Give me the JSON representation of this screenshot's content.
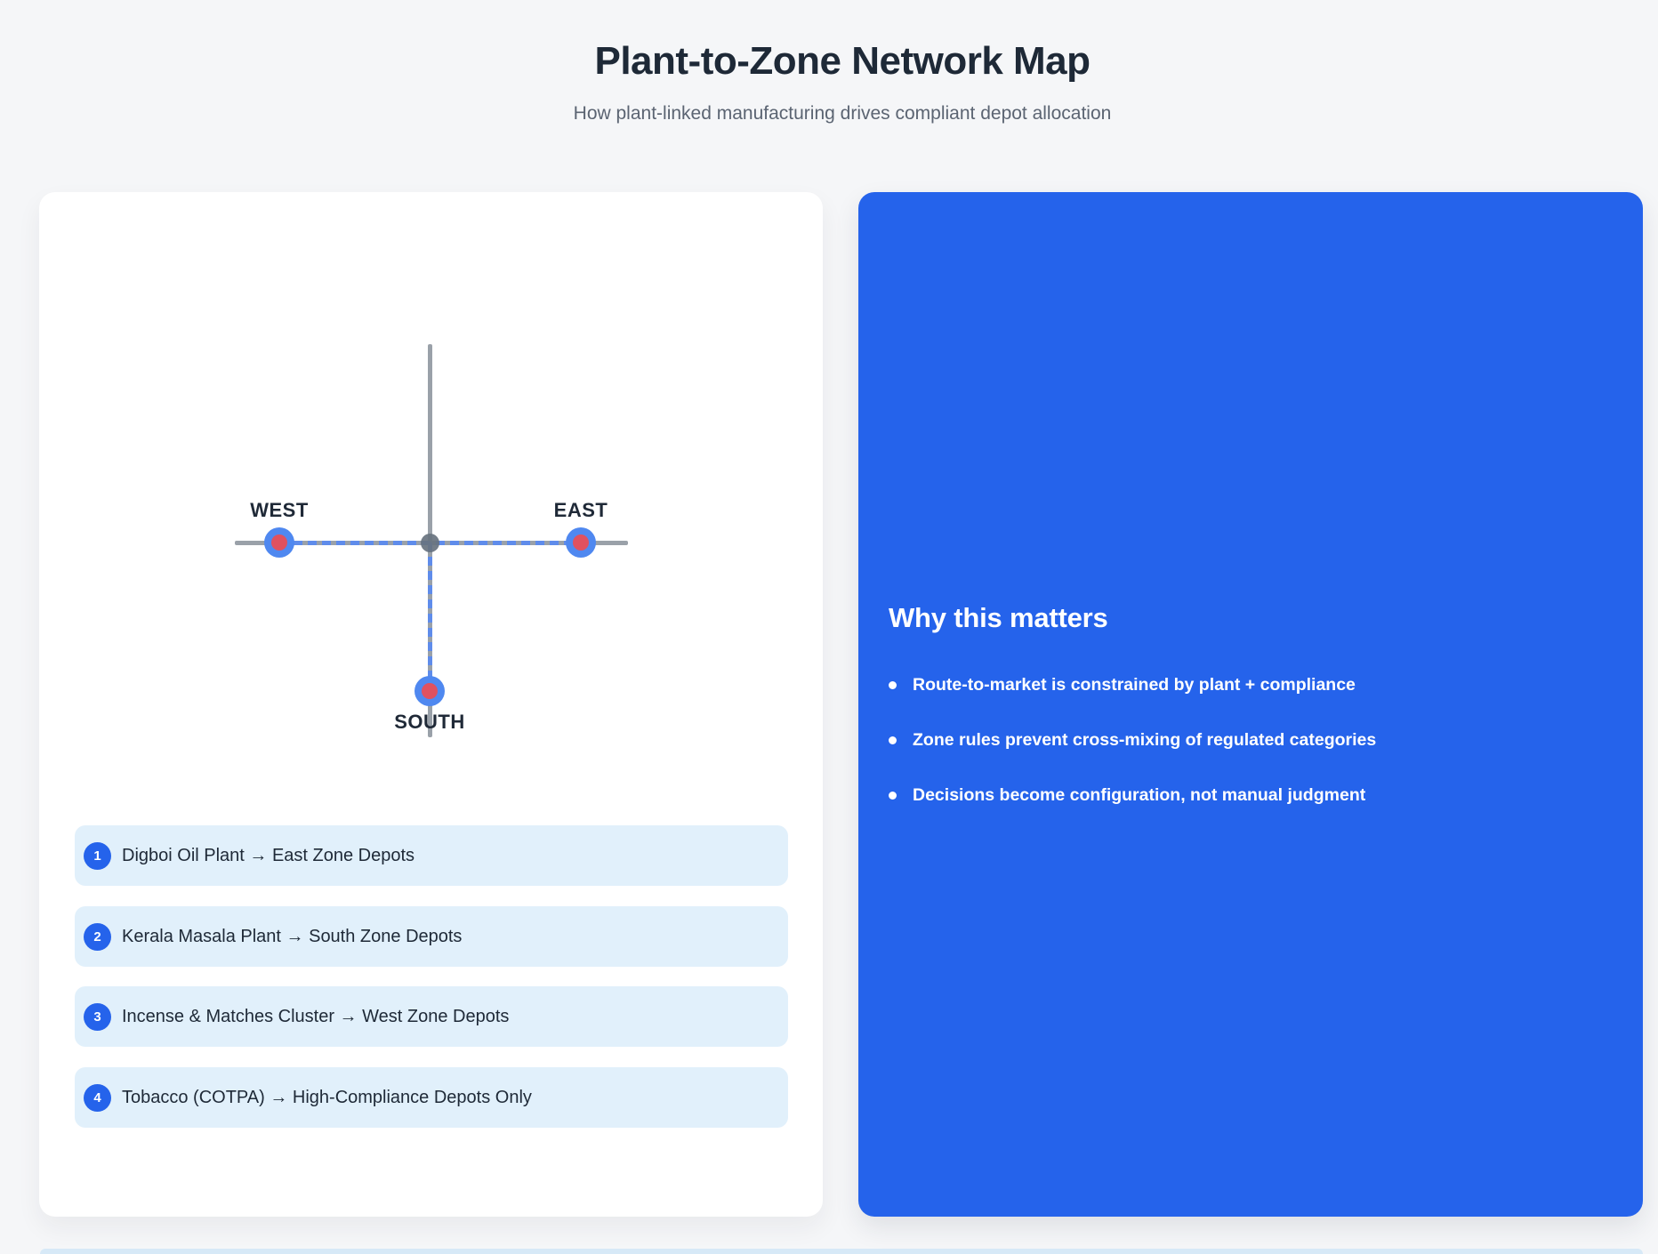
{
  "page": {
    "title": "Plant-to-Zone Network Map",
    "subtitle": "How plant-linked manufacturing drives compliant depot allocation"
  },
  "diagram": {
    "labels": {
      "west": "WEST",
      "east": "EAST",
      "south": "SOUTH"
    }
  },
  "mappings": [
    {
      "num": "1",
      "text": "Digboi Oil Plant → East Zone Depots"
    },
    {
      "num": "2",
      "text": "Kerala Masala Plant → South Zone Depots"
    },
    {
      "num": "3",
      "text": "Incense & Matches Cluster → West Zone Depots"
    },
    {
      "num": "4",
      "text": "Tobacco (COTPA) → High-Compliance Depots Only"
    }
  ],
  "panel": {
    "heading": "Why this matters",
    "bullets": [
      "Route-to-market is constrained by plant + compliance",
      "Zone rules prevent cross-mixing of regulated categories",
      "Decisions become configuration, not manual judgment"
    ]
  },
  "colors": {
    "accent_blue": "#2563eb",
    "node_blue": "#4f88f0",
    "node_red": "#e0515f",
    "line_gray": "#9aa1a9",
    "dash_blue": "#5f8ceb",
    "item_bg": "#e1f0fb",
    "page_bg": "#f5f6f8"
  }
}
